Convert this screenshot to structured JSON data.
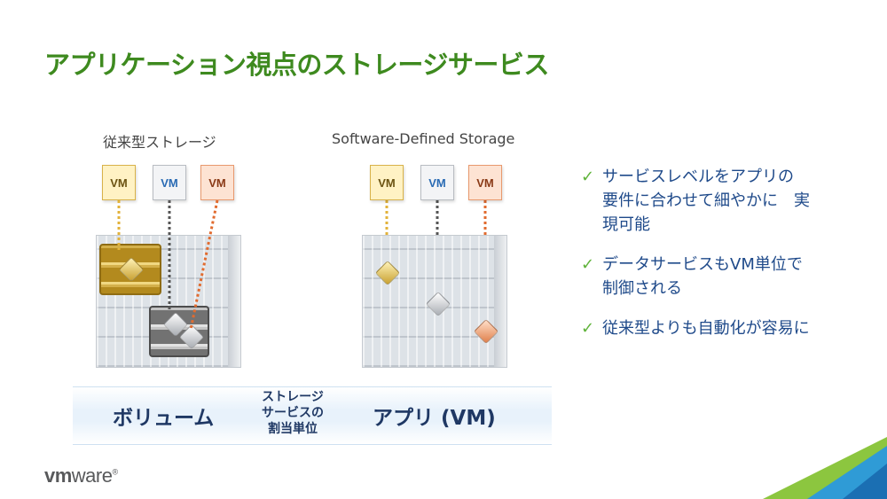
{
  "title": "アプリケーション視点のストレージサービス",
  "left_panel": {
    "caption": "従来型ストレージ"
  },
  "right_panel": {
    "caption": "Software-Defined Storage"
  },
  "vm_label": "VM",
  "band": {
    "left": "ボリューム",
    "middle": [
      "ストレージ",
      "サービスの",
      "割当単位"
    ],
    "right": "アプリ (VM)"
  },
  "bullets": [
    {
      "check": "✓",
      "lines": [
        "サービスレベルをアプリの",
        "要件に合わせて細やかに　実",
        "現可能"
      ]
    },
    {
      "check": "✓",
      "lines": [
        "データサービスもVM単位で",
        "制御される"
      ]
    },
    {
      "check": "✓",
      "lines": [
        "従来型よりも自動化が容易に"
      ]
    }
  ],
  "logo": {
    "bold": "vm",
    "rest": "ware",
    "mark": "®"
  },
  "colors": {
    "title_green": "#3e8a1f",
    "text_blue": "#1f4a8a",
    "gold": "#e2b23a",
    "gray": "#555555",
    "orange": "#e16b2f",
    "check_green": "#5fb33a"
  }
}
